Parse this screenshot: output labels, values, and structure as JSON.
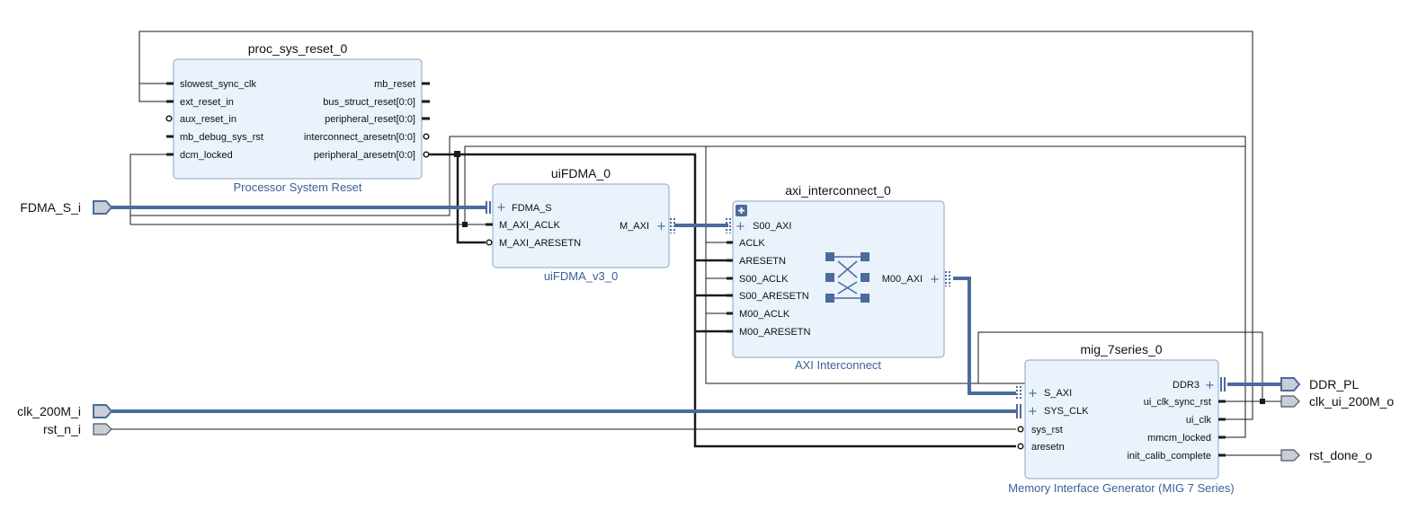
{
  "external_ports": {
    "fdma_s_i": "FDMA_S_i",
    "clk_200m_i": "clk_200M_i",
    "rst_n_i": "rst_n_i",
    "ddr_pl": "DDR_PL",
    "clk_ui_200m_o": "clk_ui_200M_o",
    "rst_done_o": "rst_done_o"
  },
  "proc_sys_reset": {
    "instance": "proc_sys_reset_0",
    "type": "Processor System Reset",
    "inputs": [
      "slowest_sync_clk",
      "ext_reset_in",
      "aux_reset_in",
      "mb_debug_sys_rst",
      "dcm_locked"
    ],
    "outputs": [
      "mb_reset",
      "bus_struct_reset[0:0]",
      "peripheral_reset[0:0]",
      "interconnect_aresetn[0:0]",
      "peripheral_aresetn[0:0]"
    ]
  },
  "uifdma": {
    "instance": "uiFDMA_0",
    "type": "uiFDMA_v3_0",
    "inputs": [
      "FDMA_S",
      "M_AXI_ACLK",
      "M_AXI_ARESETN"
    ],
    "outputs": [
      "M_AXI"
    ]
  },
  "axi_interconnect": {
    "instance": "axi_interconnect_0",
    "type": "AXI Interconnect",
    "inputs": [
      "S00_AXI",
      "ACLK",
      "ARESETN",
      "S00_ACLK",
      "S00_ARESETN",
      "M00_ACLK",
      "M00_ARESETN"
    ],
    "outputs": [
      "M00_AXI"
    ]
  },
  "mig": {
    "instance": "mig_7series_0",
    "type": "Memory Interface Generator (MIG 7 Series)",
    "inputs": [
      "S_AXI",
      "SYS_CLK",
      "sys_rst",
      "aresetn"
    ],
    "outputs": [
      "DDR3",
      "ui_clk_sync_rst",
      "ui_clk",
      "mmcm_locked",
      "init_calib_complete"
    ]
  },
  "colors": {
    "block_fill": "#eaf2fb",
    "block_border": "#8aa4c8",
    "bus": "#4a6b9c",
    "subtitle": "#3a5f9a"
  }
}
